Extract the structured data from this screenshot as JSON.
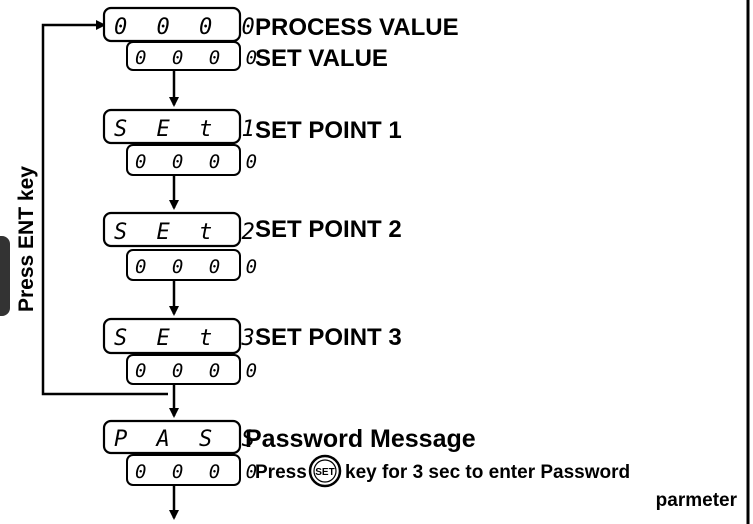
{
  "side_label": "Press ENT key",
  "steps": [
    {
      "top": "0 0 0 0",
      "bottom": "0 0 0 0",
      "label1": "PROCESS VALUE",
      "label2": "SET VALUE"
    },
    {
      "top": "S E t 1",
      "bottom": "0 0 0 0",
      "label1": "SET POINT 1"
    },
    {
      "top": "S E t 2",
      "bottom": "0 0 0 0",
      "label1": "SET POINT 2"
    },
    {
      "top": "S E t 3",
      "bottom": "0 0 0 0",
      "label1": "SET POINT 3"
    },
    {
      "top": "P A S S",
      "bottom": "0 0 0 0",
      "label1": "Password Message"
    }
  ],
  "password_note": {
    "before": "Press",
    "key": "SET",
    "after": "key for 3 sec to enter Password",
    "line2": "parmeter"
  }
}
